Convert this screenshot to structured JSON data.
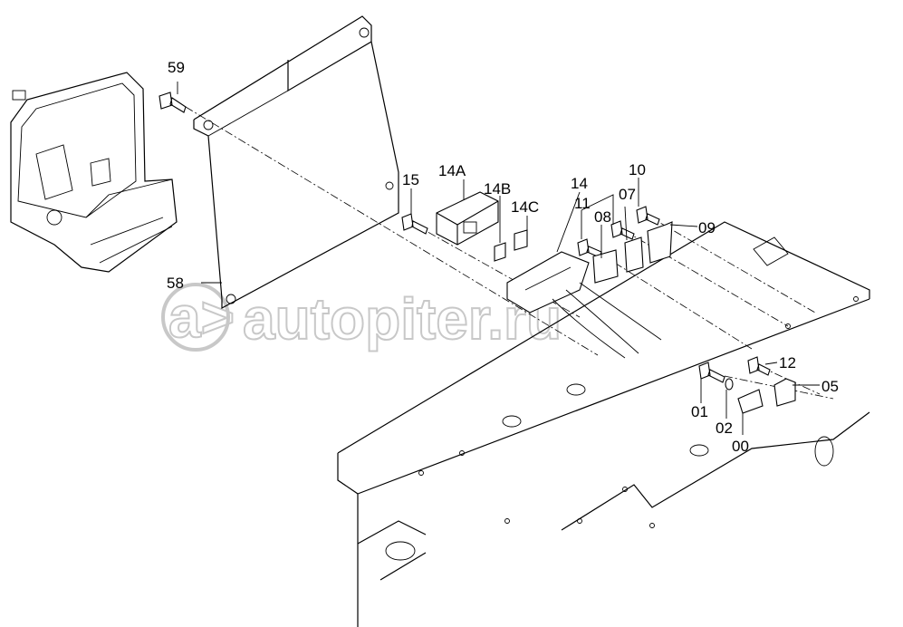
{
  "diagram": {
    "watermark": "autopiter.ru",
    "watermark_logo": "a>",
    "callouts": {
      "p59": "59",
      "p58": "58",
      "p15": "15",
      "p14A": "14A",
      "p14B": "14B",
      "p14C": "14C",
      "p14": "14",
      "p11": "11",
      "p10": "10",
      "p07": "07",
      "p08": "08",
      "p09": "09",
      "p12": "12",
      "p05": "05",
      "p01": "01",
      "p02": "02",
      "p00": "00"
    }
  }
}
